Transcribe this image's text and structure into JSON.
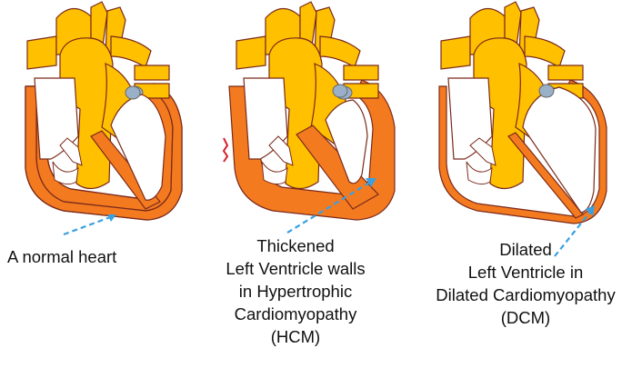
{
  "colors": {
    "vessel": "#FFC000",
    "muscle": "#F47A20",
    "muscle_dark": "#E2611A",
    "outline": "#7A2A1A",
    "valve": "#9AB0C8",
    "pointer": "#3AA0E0",
    "mark": "#D81E2A"
  },
  "panels": [
    {
      "id": "normal",
      "condition": "normal",
      "caption": [
        "A normal heart"
      ]
    },
    {
      "id": "hcm",
      "condition": "thickened-left-ventricle",
      "caption": [
        "Thickened",
        "Left Ventricle walls",
        "in Hypertrophic",
        "Cardiomyopathy",
        "(HCM)"
      ]
    },
    {
      "id": "dcm",
      "condition": "dilated-left-ventricle",
      "caption": [
        "Dilated",
        "Left Ventricle  in",
        "Dilated Cardiomyopathy",
        "(DCM)"
      ]
    }
  ]
}
